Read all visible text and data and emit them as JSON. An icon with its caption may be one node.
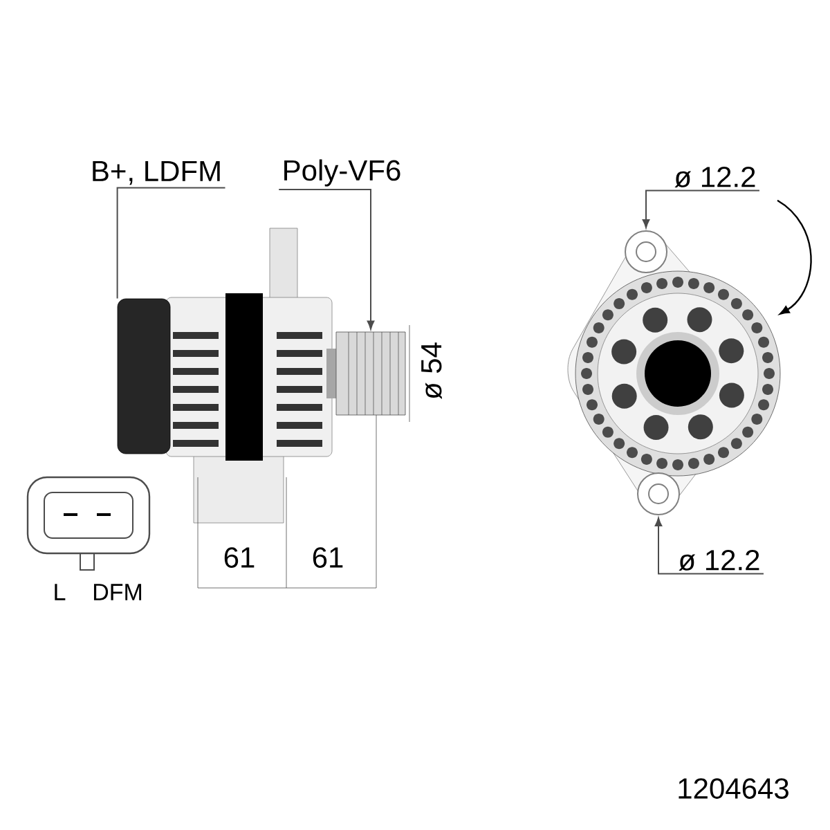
{
  "diagram": {
    "nodes": [
      {
        "text": [
          "B+, LDFM"
        ]
      },
      {
        "text": [
          "Poly-VF6"
        ]
      },
      {
        "text": [
          "ø 12.2"
        ]
      },
      {
        "text": [
          "ø 12.2"
        ]
      },
      {
        "text": [],
        "shape": "box"
      },
      {
        "text": [],
        "shape": "cylinder"
      },
      {
        "text": [],
        "shape": "circle"
      },
      {
        "text": [],
        "shape": "circle"
      }
    ],
    "edges": [
      {
        "from": 0,
        "to": 4,
        "arrow": "none"
      },
      {
        "from": 1,
        "to": 5,
        "arrow": "to"
      },
      {
        "from": 2,
        "to": 6,
        "arrow": "to"
      },
      {
        "from": 3,
        "to": 7,
        "arrow": "to"
      }
    ],
    "labels": [
      "ø 54",
      "61",
      "61",
      "L",
      "DFM",
      "1204643"
    ]
  }
}
